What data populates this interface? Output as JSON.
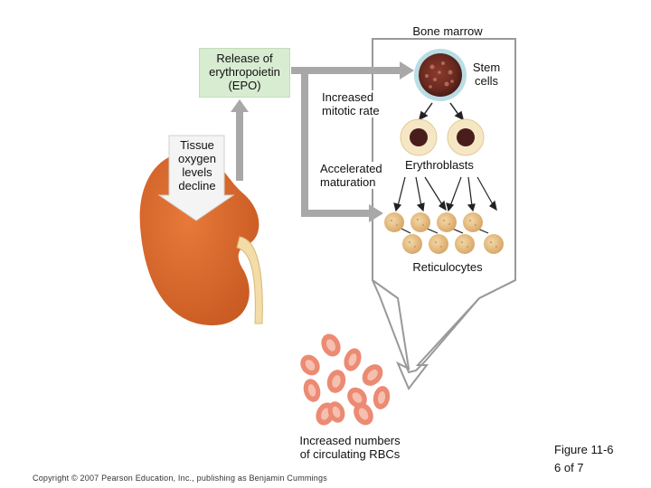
{
  "labels": {
    "bone_marrow": "Bone marrow",
    "stem_cells": "Stem\ncells",
    "release_epo": "Release of\nerythropoietin\n(EPO)",
    "tissue_oxygen": "Tissue\noxygen\nlevels\ndecline",
    "increased_mitotic": "Increased\nmitotic rate",
    "accelerated_maturation": "Accelerated\nmaturation",
    "erythroblasts": "Erythroblasts",
    "reticulocytes": "Reticulocytes",
    "increased_rbcs": "Increased numbers\nof circulating RBCs"
  },
  "footer": {
    "copyright": "Copyright © 2007 Pearson Education, Inc., publishing as Benjamin Cummings",
    "figure": "Figure 11-6",
    "page": "6 of 7"
  },
  "colors": {
    "kidney": "#d9692b",
    "box_fill": "#d8ecd2",
    "arrow_gray": "#a8a8a8",
    "rbc": "#ec8a73",
    "reticulocyte": "#e8c088"
  }
}
